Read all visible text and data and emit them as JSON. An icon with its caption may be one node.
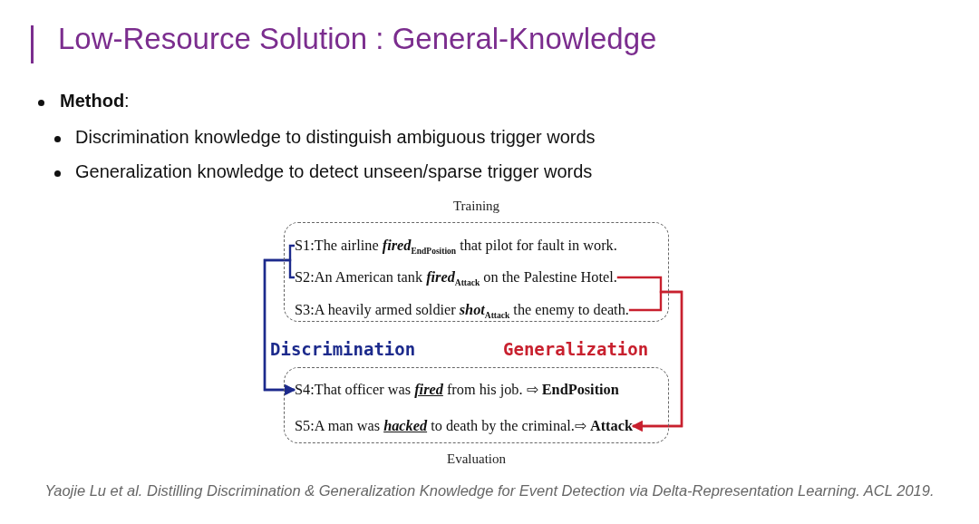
{
  "diagram": {
    "title": "Low-Resource Solution : General-Knowledge",
    "nodes": [
      {
        "text": [
          "Training"
        ]
      },
      {
        "text": [
          "S1:The airline *fired*$_{EndPosition}$ that pilot for fault in work."
        ],
        "in": 0
      },
      {
        "text": [
          "S2:An American tank *fired*$_{Attack}$ on the Palestine Hotel."
        ],
        "in": 0
      },
      {
        "text": [
          "S3:A heavily armed soldier *shot*$_{Attack}$ the enemy to death."
        ],
        "in": 0
      },
      {
        "text": [
          "Evaluation"
        ]
      },
      {
        "text": [
          "S4:That officer was *fired* from his job. ⇨ **EndPosition**"
        ],
        "in": 4
      },
      {
        "text": [
          "S5:A man was *hacked* to death by the criminal.⇨ **Attack**"
        ],
        "in": 4
      }
    ],
    "edges": [
      {
        "from": 1,
        "to": 5,
        "arrow": "to",
        "label": "Discrimination",
        "color": "#1c2a8c"
      },
      {
        "from": 2,
        "to": 5,
        "arrow": "to",
        "color": "#1c2a8c"
      },
      {
        "from": 2,
        "to": 6,
        "arrow": "to",
        "label": "Generalization",
        "color": "#c8202e"
      },
      {
        "from": 3,
        "to": 6,
        "arrow": "to",
        "color": "#c8202e"
      }
    ],
    "labels": [
      "**Method**:",
      "Discrimination knowledge to distinguish ambiguous trigger words",
      "Generalization knowledge to detect unseen/sparse trigger words",
      "Yaojie Lu et al. Distilling Discrimination & Generalization Knowledge for Event Detection via Delta-Representation Learning. ACL 2019."
    ]
  }
}
